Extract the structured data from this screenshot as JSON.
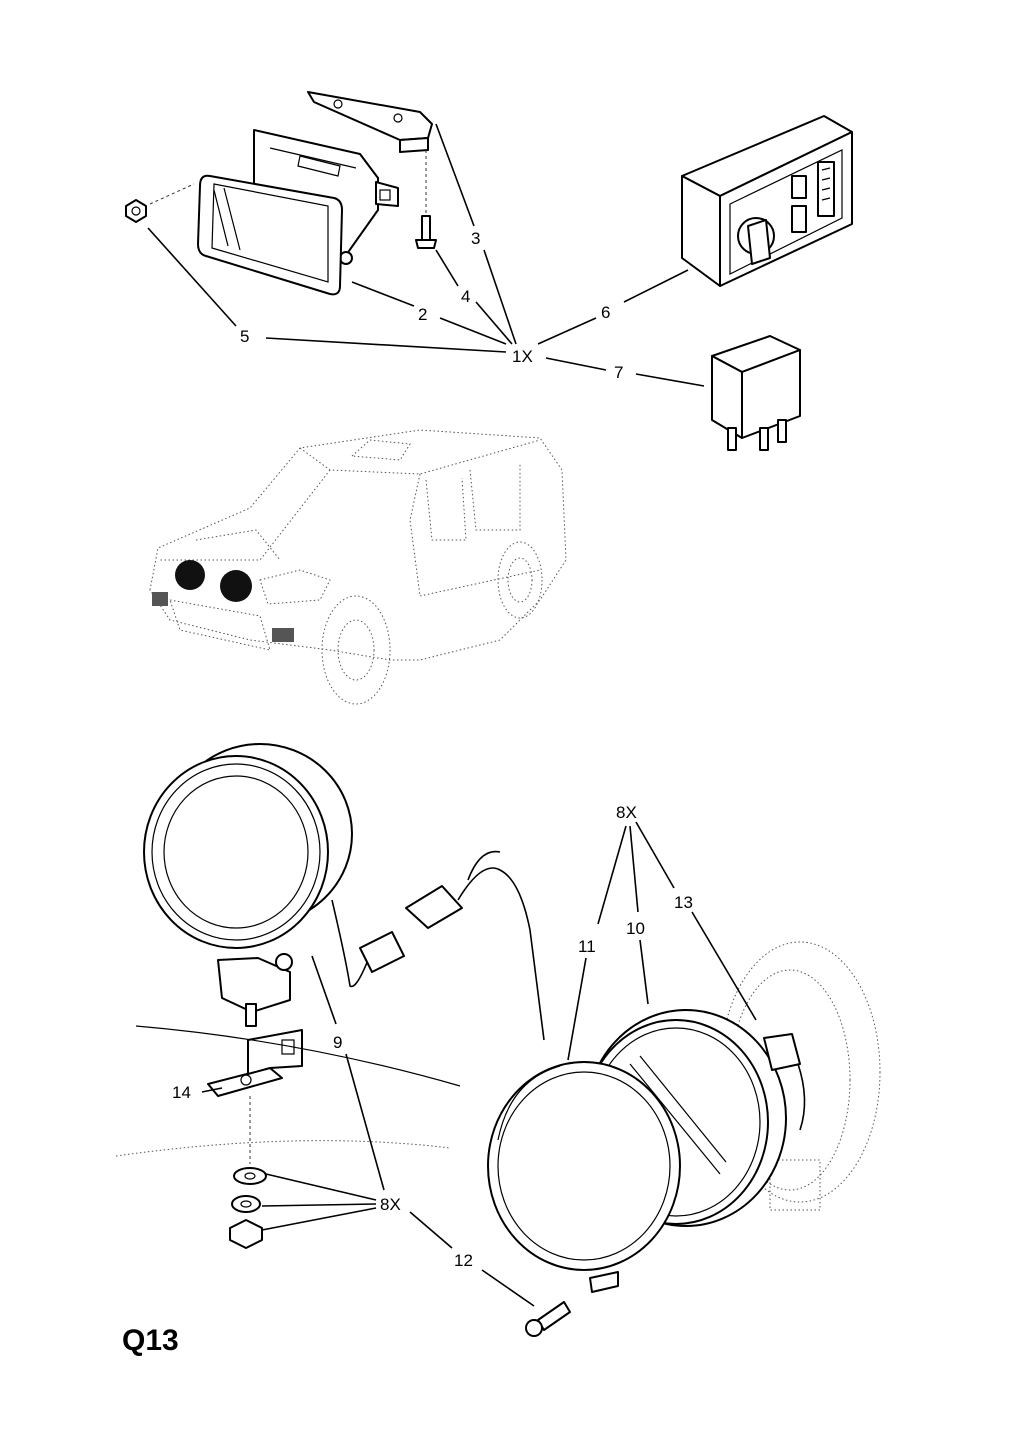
{
  "diagram": {
    "page_code": "Q13",
    "labels": {
      "l1x": "1X",
      "l2": "2",
      "l3": "3",
      "l4": "4",
      "l5": "5",
      "l6": "6",
      "l7": "7",
      "l8x_top": "8X",
      "l8x_bottom": "8X",
      "l9": "9",
      "l10": "10",
      "l11": "11",
      "l12": "12",
      "l13": "13",
      "l14": "14"
    }
  }
}
